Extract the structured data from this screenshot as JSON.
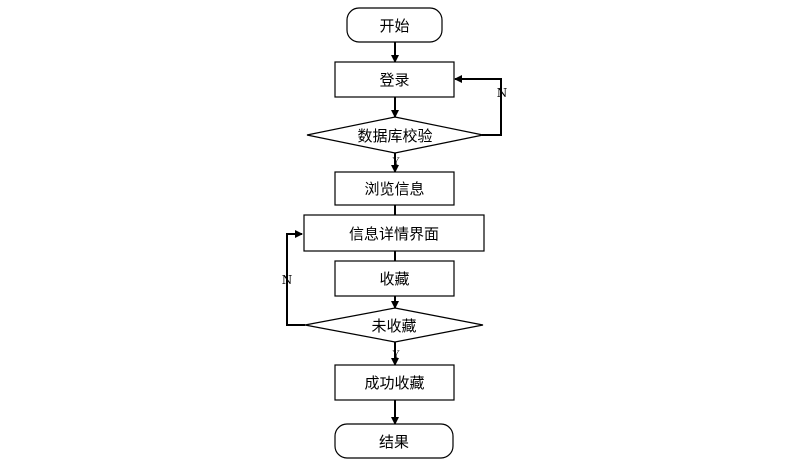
{
  "flowchart": {
    "nodes": {
      "start": "开始",
      "login": "登录",
      "db_check": "数据库校验",
      "browse": "浏览信息",
      "detail": "信息详情界面",
      "favorite": "收藏",
      "not_favorited": "未收藏",
      "favorite_success": "成功收藏",
      "end": "结果"
    },
    "branches": {
      "db_check_no": "N",
      "db_check_yes": "Y",
      "not_favorited_no": "N",
      "not_favorited_yes": "Y"
    }
  }
}
